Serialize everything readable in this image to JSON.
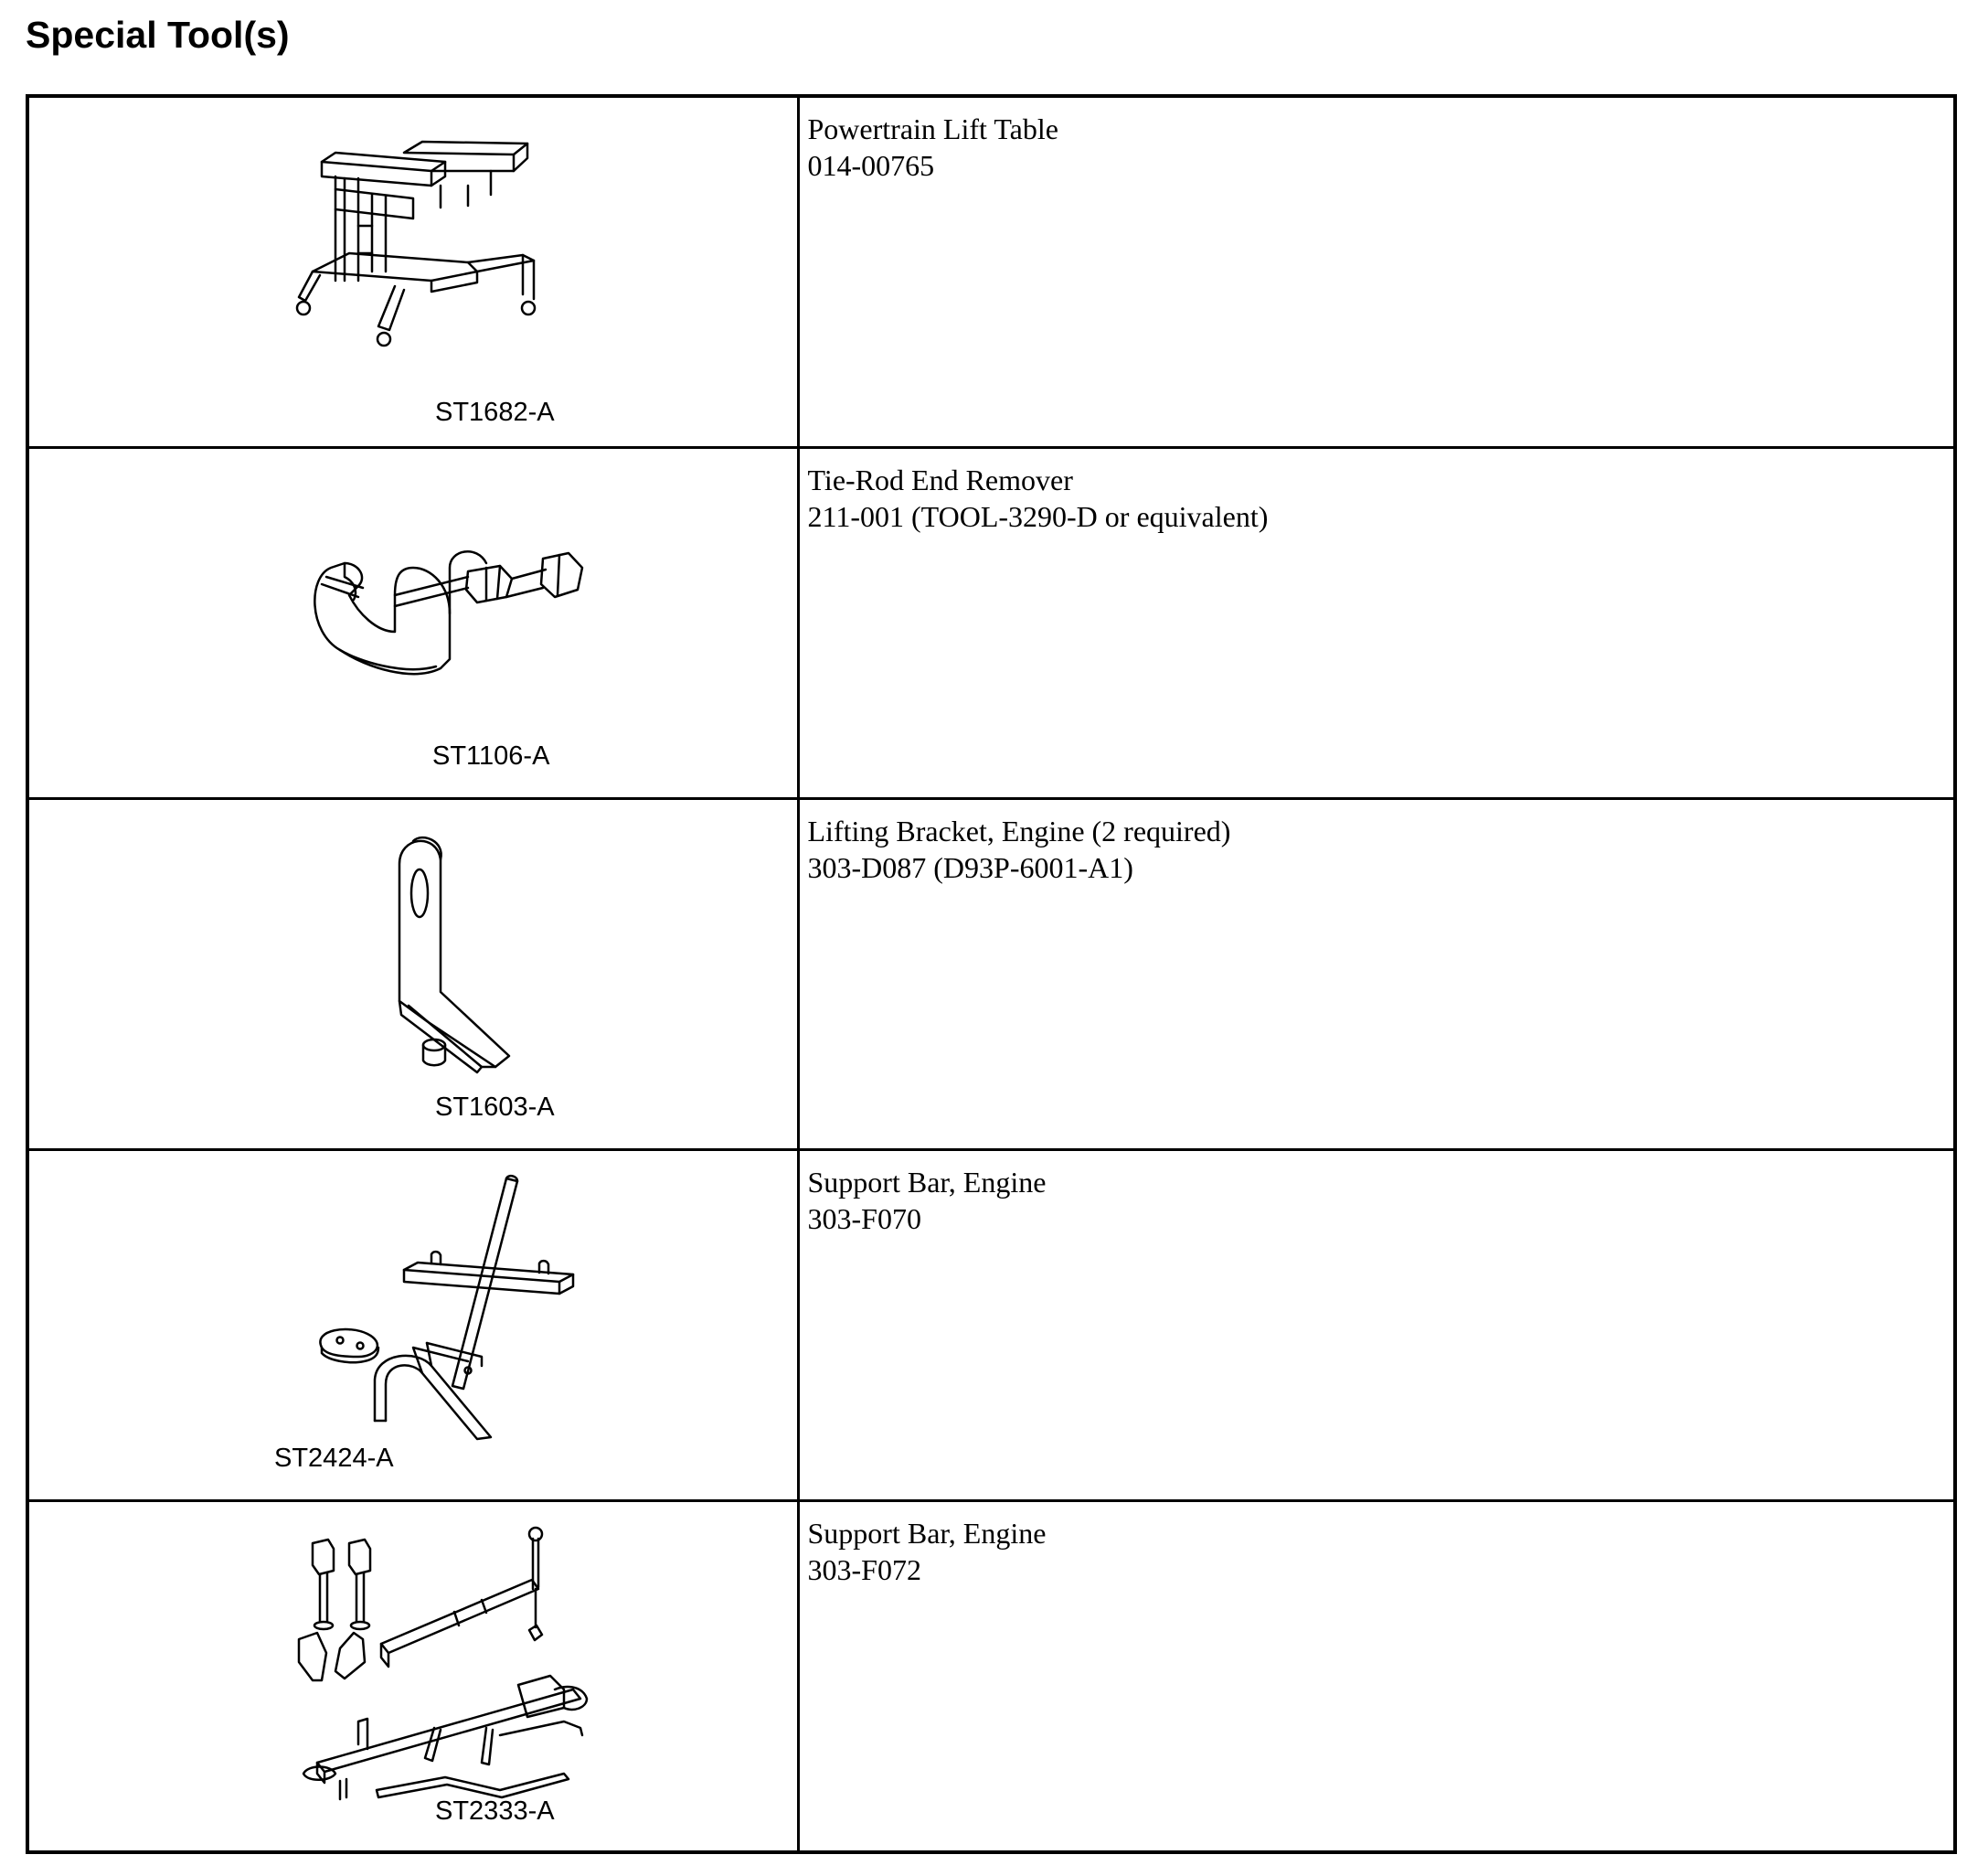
{
  "header": {
    "title": "Special Tool(s)"
  },
  "tools": [
    {
      "code": "ST1682-A",
      "name": "Powertrain Lift Table",
      "number": "014-00765",
      "icon": "powertrain-lift-table-icon"
    },
    {
      "code": "ST1106-A",
      "name": "Tie-Rod End Remover",
      "number": "211-001 (TOOL-3290-D or equivalent)",
      "icon": "tie-rod-end-remover-icon"
    },
    {
      "code": "ST1603-A",
      "name": "Lifting Bracket, Engine (2 required)",
      "number": "303-D087 (D93P-6001-A1)",
      "icon": "lifting-bracket-icon"
    },
    {
      "code": "ST2424-A",
      "name": "Support Bar, Engine",
      "number": "303-F070",
      "icon": "support-bar-engine-icon"
    },
    {
      "code": "ST2333-A",
      "name": "Support Bar, Engine",
      "number": "303-F072",
      "icon": "support-bar-engine-kit-icon"
    }
  ]
}
